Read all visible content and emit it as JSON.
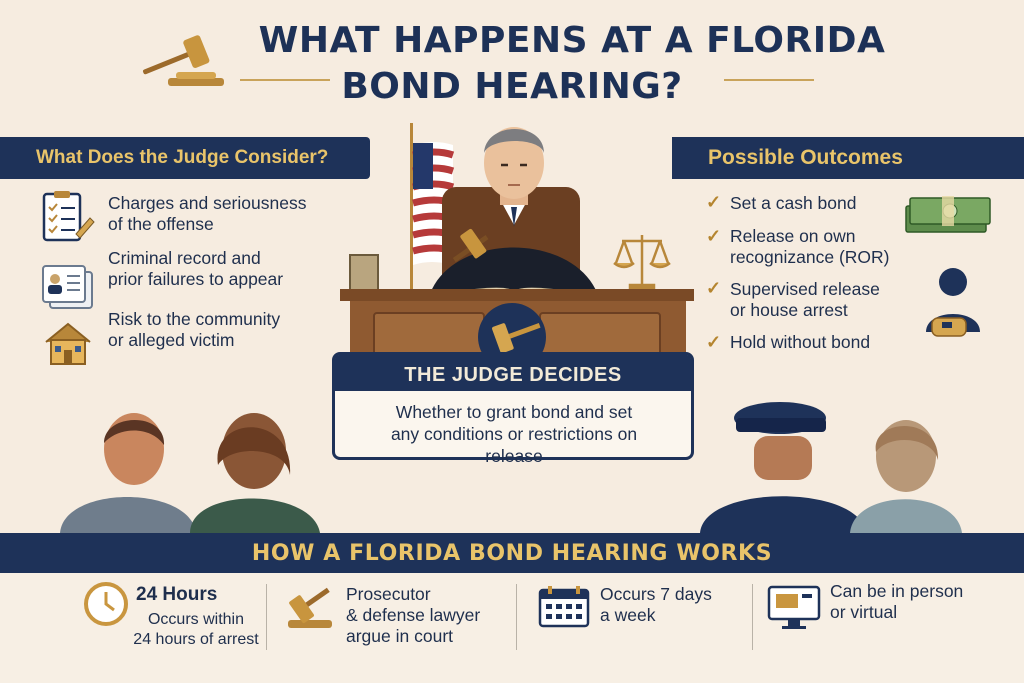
{
  "title": {
    "line1": "WHAT HAPPENS AT A FLORIDA",
    "line2": "BOND HEARING?"
  },
  "left_panel": {
    "heading": "What Does the Judge Consider?",
    "items": [
      {
        "icon": "checklist-icon",
        "line1": "Charges and seriousness",
        "line2": "of the offense"
      },
      {
        "icon": "record-card-icon",
        "line1": "Criminal record and",
        "line2": "prior failures to appear"
      },
      {
        "icon": "house-icon",
        "line1": "Risk to the community",
        "line2": "or alleged victim"
      }
    ]
  },
  "right_panel": {
    "heading": "Possible Outcomes",
    "items": [
      {
        "line1": "Set a cash bond",
        "line2": ""
      },
      {
        "line1": "Release on own",
        "line2": "recognizance (ROR)"
      },
      {
        "line1": "Supervised release",
        "line2": "or house arrest"
      },
      {
        "line1": "Hold without bond",
        "line2": ""
      }
    ]
  },
  "decision": {
    "heading": "THE JUDGE DECIDES",
    "line1": "Whether to grant bond and set",
    "line2": "any conditions or restrictions on",
    "line3": "release"
  },
  "bottom": {
    "heading": "HOW A FLORIDA BOND HEARING WORKS",
    "facts": [
      {
        "icon": "clock-icon",
        "title": "24 Hours",
        "line1": "Occurs within",
        "line2": "24 hours of arrest"
      },
      {
        "icon": "gavel-icon",
        "line1": "Prosecutor",
        "line2": "& defense lawyer",
        "line3": "argue in court"
      },
      {
        "icon": "calendar-icon",
        "line1": "Occurs 7 days",
        "line2": "a week"
      },
      {
        "icon": "monitor-icon",
        "line1": "Can be in person",
        "line2": "or virtual"
      }
    ]
  },
  "colors": {
    "navy": "#1e3259",
    "gold": "#e9c46a",
    "background": "#f6ece0"
  }
}
